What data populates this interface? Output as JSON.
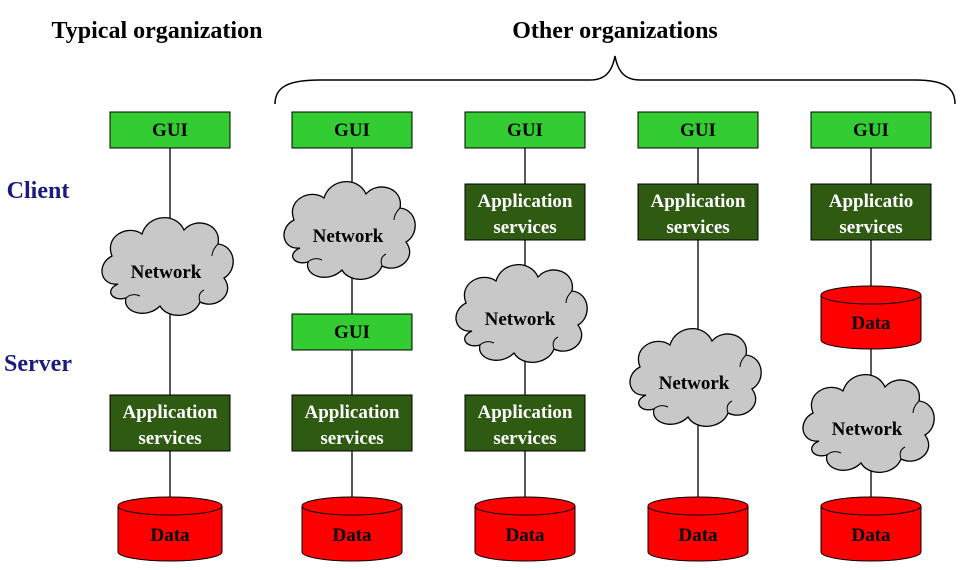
{
  "titles": {
    "typical": "Typical organization",
    "other": "Other organizations"
  },
  "rows": {
    "client": "Client",
    "server": "Server"
  },
  "labels": {
    "gui": "GUI",
    "app_line1": "Application",
    "app_line2": "services",
    "app_trunc_line1": "Applicatio",
    "network": "Network",
    "data": "Data"
  },
  "colors": {
    "gui_fill": "#33cc33",
    "app_fill": "#2f5a12",
    "data_fill": "#ff0000",
    "cloud_fill": "#c8c8c8",
    "row_label": "#1a1a80"
  }
}
